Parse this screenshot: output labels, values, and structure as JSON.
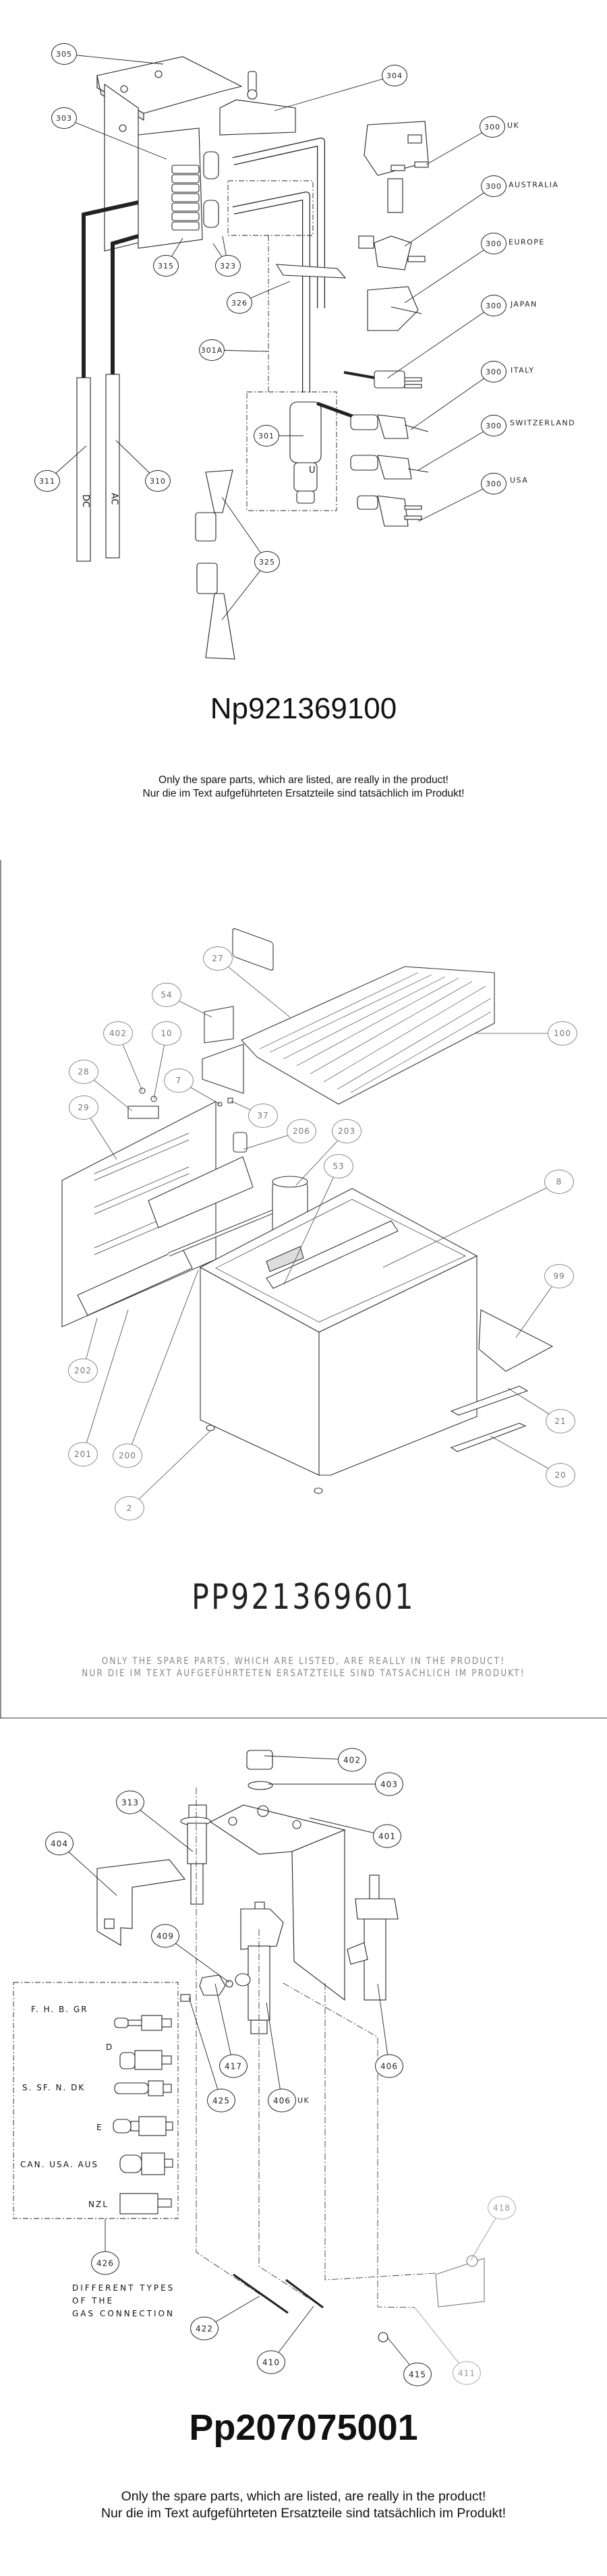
{
  "sheets": [
    {
      "title": "Np921369100",
      "disclaimer": [
        "Only the spare parts, which are listed, are really in the product!",
        "Nur die im Text aufgeführteten Ersatzteile sind tatsächlich im Produkt!"
      ],
      "callouts": [
        "305",
        "304",
        "303",
        "315",
        "323",
        "326",
        "301A",
        "301",
        "311",
        "310",
        "325"
      ],
      "plugs": [
        {
          "num": "300",
          "country": "UK"
        },
        {
          "num": "300",
          "country": "AUSTRALIA"
        },
        {
          "num": "300",
          "country": "EUROPE"
        },
        {
          "num": "300",
          "country": "JAPAN"
        },
        {
          "num": "300",
          "country": "ITALY"
        },
        {
          "num": "300",
          "country": "SWITZERLAND"
        },
        {
          "num": "300",
          "country": "USA"
        }
      ],
      "marks": {
        "dc": "DC",
        "ac": "AC",
        "plug": "U"
      }
    },
    {
      "title": "PP921369601",
      "disclaimer": [
        "ONLY THE SPARE PARTS, WHICH ARE LISTED, ARE REALLY IN THE PRODUCT!",
        "NUR DIE IM TEXT AUFGEFÜHRTETEN ERSATZTEILE SIND TATSACHLICH IM PRODUKT!"
      ],
      "callouts": [
        "27",
        "54",
        "402",
        "10",
        "100",
        "28",
        "7",
        "29",
        "37",
        "206",
        "203",
        "53",
        "8",
        "99",
        "202",
        "21",
        "201",
        "200",
        "20",
        "2"
      ]
    },
    {
      "title": "Pp207075001",
      "disclaimer": [
        "Only the spare parts, which are listed, are really in the product!",
        "Nur die im Text aufgeführteten Ersatzteile sind tatsächlich im Produkt!"
      ],
      "callouts": [
        "402",
        "403",
        "313",
        "401",
        "404",
        "409",
        "406",
        "417",
        "425",
        "406",
        "426",
        "418",
        "422",
        "410",
        "415",
        "411"
      ],
      "callout_suffix_uk": "UK",
      "gas_connection_types": [
        "F. H. B. GR",
        "D",
        "S. SF. N. DK",
        "E",
        "CAN. USA. AUS",
        "NZL"
      ],
      "gas_connection_caption": [
        "DIFFERENT TYPES",
        "OF THE",
        "GAS CONNECTION"
      ]
    }
  ]
}
